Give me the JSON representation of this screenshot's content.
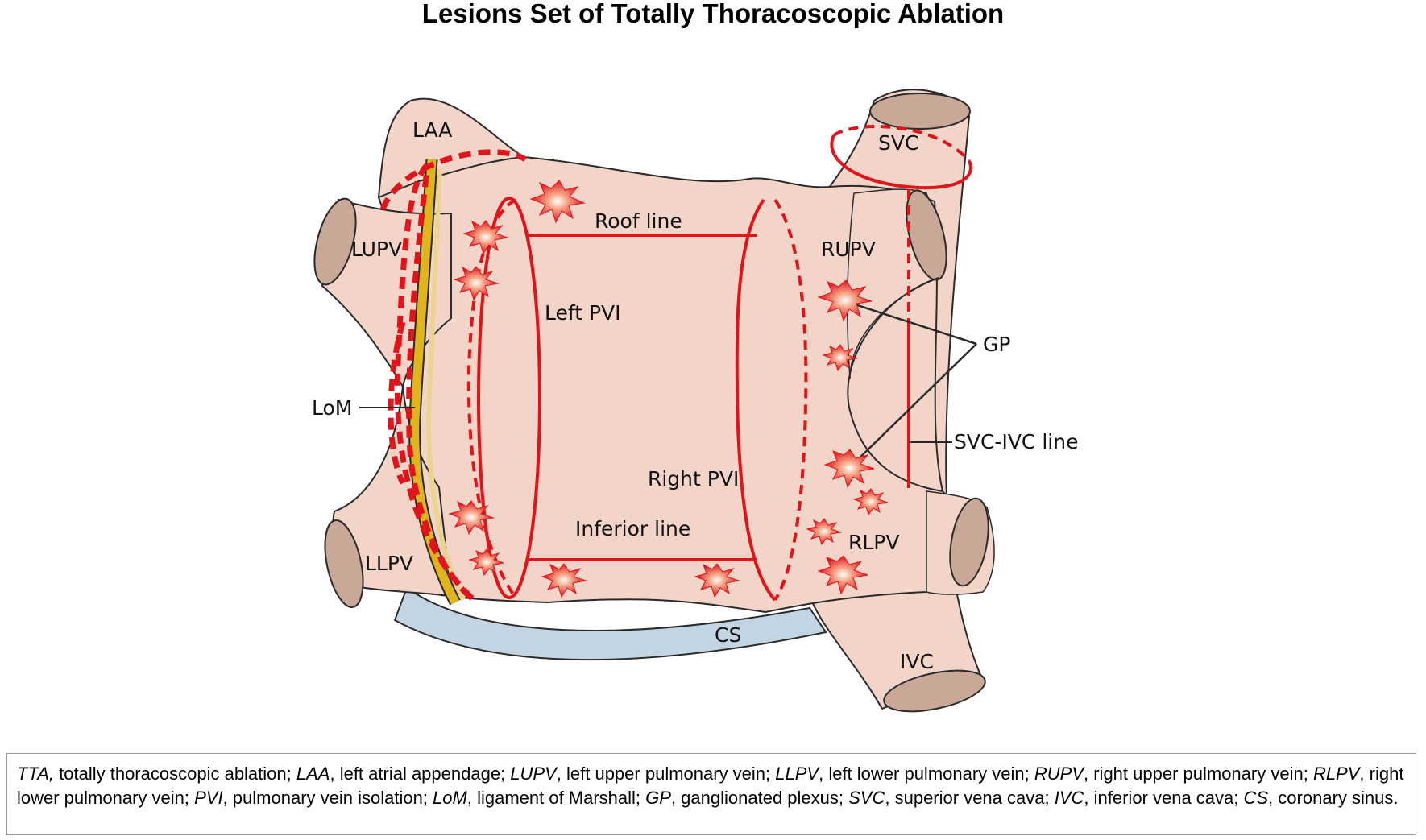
{
  "title": "Lesions Set of Totally Thoracoscopic Ablation",
  "labels": {
    "laa": "LAA",
    "lupv": "LUPV",
    "llpv": "LLPV",
    "rupv": "RUPV",
    "rlpv": "RLPV",
    "svc": "SVC",
    "ivc": "IVC",
    "cs": "CS",
    "lom": "LoM",
    "gp": "GP",
    "roof_line": "Roof line",
    "inferior_line": "Inferior line",
    "left_pvi": "Left PVI",
    "right_pvi": "Right PVI",
    "svc_ivc_line": "SVC-IVC line"
  },
  "colors": {
    "tissue": "#f2d4c9",
    "vessel_lumen": "#c9a898",
    "lesion_red": "#e0141b",
    "ligament_yellow": "#e0b41c",
    "coronary_sinus": "#c3d4e3",
    "outline": "#2a2a2a"
  },
  "caption": [
    {
      "abbr": "TTA,",
      "text": " totally thoracoscopic ablation; "
    },
    {
      "abbr": "LAA",
      "text": ", left atrial appendage; "
    },
    {
      "abbr": "LUPV",
      "text": ", left upper pulmonary vein; "
    },
    {
      "abbr": "LLPV",
      "text": ", left lower pulmonary vein; "
    },
    {
      "abbr": "RUPV",
      "text": ", right upper pulmonary vein; "
    },
    {
      "abbr": "RLPV",
      "text": ", right lower pulmonary vein; "
    },
    {
      "abbr": "PVI",
      "text": ", pulmonary vein isolation; "
    },
    {
      "abbr": "LoM",
      "text": ", ligament of Marshall; "
    },
    {
      "abbr": "GP",
      "text": ", ganglionated plexus; "
    },
    {
      "abbr": "SVC",
      "text": ", superior vena cava; "
    },
    {
      "abbr": "IVC",
      "text": ", inferior vena cava; "
    },
    {
      "abbr": "CS",
      "text": ", coronary sinus."
    }
  ]
}
